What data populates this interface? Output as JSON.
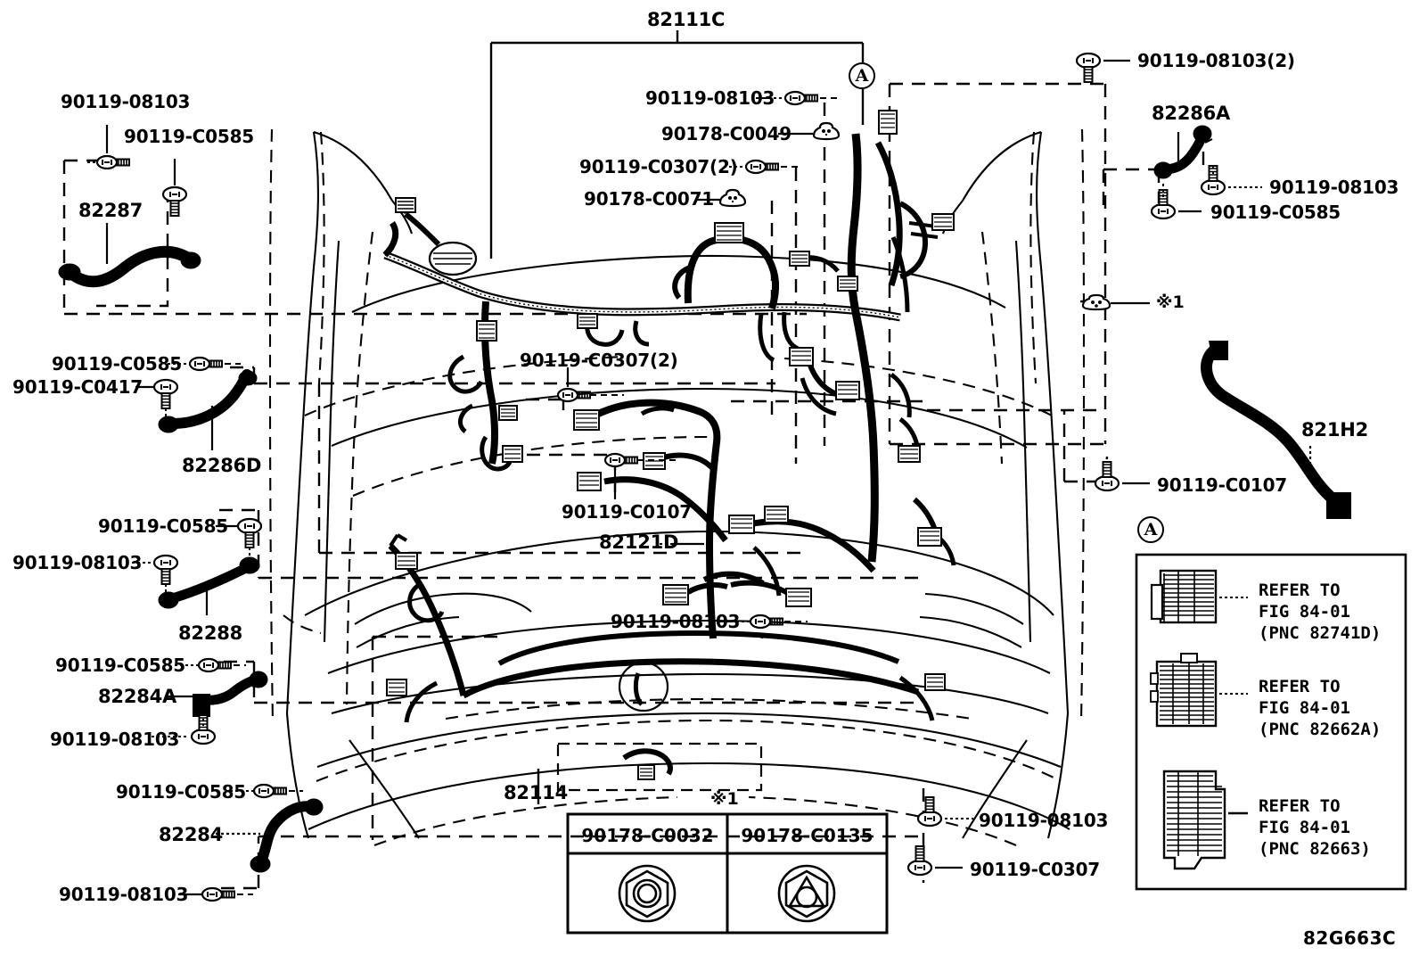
{
  "figure": {
    "code": "82G663C",
    "title_part": "82111C"
  },
  "labels": {
    "top_main": "82111C",
    "left_top_bolt": "90119-08103",
    "left_top_screw": "90119-C0585",
    "left_part_82287": "82287",
    "center_bolt_1": "90119-08103",
    "center_grommet_1": "90178-C0049",
    "center_clip_1": "90119-C0307(2)",
    "center_grommet_2": "90178-C0071",
    "right_top_bolt": "90119-08103(2)",
    "right_part_82286A": "82286A",
    "right_bolt_2": "90119-08103",
    "right_screw_2": "90119-C0585",
    "left_mid_screw": "90119-C0585",
    "left_mid_bolt": "90119-C0417",
    "left_part_82286D": "82286D",
    "center_clip_2": "90119-C0307(2)",
    "left_lower_screw": "90119-C0585",
    "left_lower_bolt": "90119-08103",
    "left_part_82288": "82288",
    "left_82284A_screw": "90119-C0585",
    "left_part_82284A": "82284A",
    "left_82284A_bolt": "90119-08103",
    "left_82284_screw": "90119-C0585",
    "left_part_82284": "82284",
    "left_82284_bolt": "90119-08103",
    "center_bolt_2": "90119-C0107",
    "center_part_82121D": "82121D",
    "center_bolt_3": "90119-08103",
    "center_part_82114": "82114",
    "right_star_note": "※1",
    "right_part_821H2": "821H2",
    "right_bolt_C0107": "90119-C0107",
    "bottom_star_note": "※1",
    "bottom_bolt_08103": "90119-08103",
    "bottom_bolt_C0307": "90119-C0307"
  },
  "nut_table": {
    "columns": [
      "90178-C0032",
      "90178-C0135"
    ]
  },
  "legend": {
    "marker": "A",
    "rows": [
      {
        "line1": "REFER TO",
        "line2": "FIG 84-01",
        "line3": "(PNC 82741D)"
      },
      {
        "line1": "REFER TO",
        "line2": "FIG 84-01",
        "line3": "(PNC 82662A)"
      },
      {
        "line1": "REFER TO",
        "line2": "FIG 84-01",
        "line3": "(PNC 82663)"
      }
    ]
  },
  "markers": {
    "a_top": "A",
    "a_legend": "A"
  },
  "colors": {
    "ink": "#000000",
    "paper": "#ffffff"
  }
}
